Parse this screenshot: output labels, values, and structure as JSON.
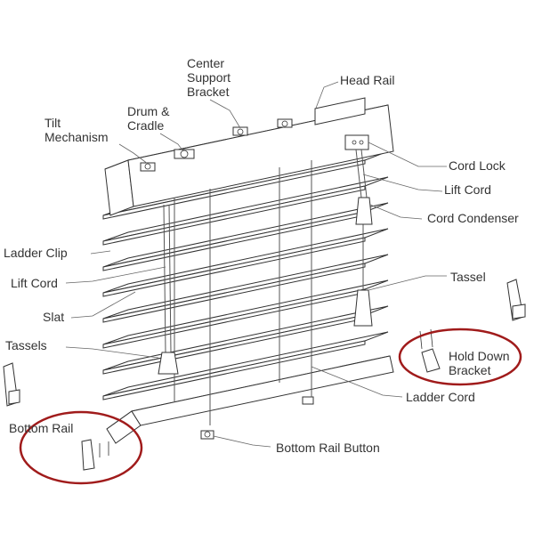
{
  "labels": {
    "center_support_bracket": [
      "Center",
      "Support",
      "Bracket"
    ],
    "head_rail": "Head Rail",
    "drum_cradle": [
      "Drum &",
      "Cradle"
    ],
    "tilt_mechanism": [
      "Tilt",
      "Mechanism"
    ],
    "cord_lock": "Cord Lock",
    "lift_cord_right": "Lift Cord",
    "cord_condenser": "Cord Condenser",
    "ladder_clip": "Ladder Clip",
    "lift_cord_left": "Lift Cord",
    "tassel": "Tassel",
    "slat": "Slat",
    "tassels": "Tassels",
    "hold_down_bracket": [
      "Hold Down",
      "Bracket"
    ],
    "ladder_cord": "Ladder Cord",
    "bottom_rail": "Bottom Rail",
    "bottom_rail_button": "Bottom Rail Button"
  },
  "colors": {
    "highlight": "#a01b1b",
    "line": "#333333",
    "text": "#333333"
  }
}
